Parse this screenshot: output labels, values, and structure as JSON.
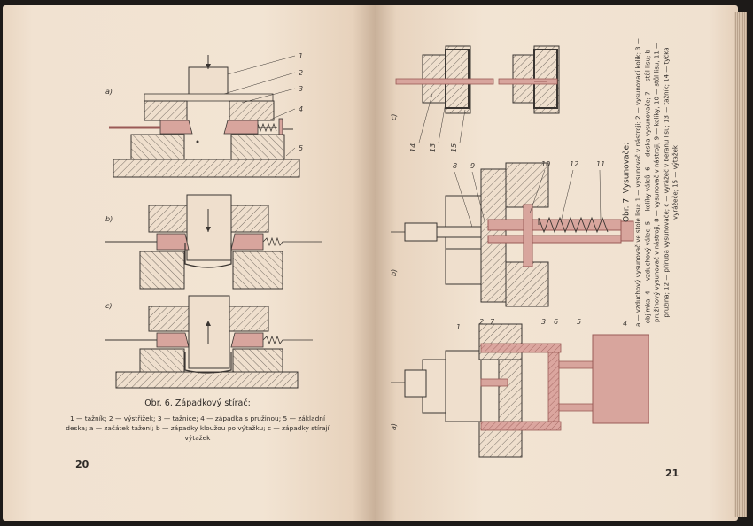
{
  "left_page": {
    "figure_labels": {
      "a": "a)",
      "b": "b)",
      "c": "c)"
    },
    "part_numbers": [
      "1",
      "2",
      "3",
      "4",
      "5"
    ],
    "caption_title": "Obr. 6. Západkový stírač:",
    "caption_text": "1 — tažník; 2 — výstřižek; 3 — tažnice; 4 — západka s pružinou; 5 — základní deska; a — začátek tažení; b — západky kloužou po výtažku; c — západky stírají výtažek",
    "page_number": "20"
  },
  "right_page": {
    "figure_labels": {
      "a": "a)",
      "b": "b)",
      "c": "c)"
    },
    "fig_a_numbers": [
      "1",
      "2",
      "7",
      "3",
      "6",
      "5",
      "4"
    ],
    "fig_b_numbers": [
      "8",
      "9",
      "10",
      "12",
      "11"
    ],
    "fig_c_numbers": [
      "14",
      "13",
      "15"
    ],
    "caption_title": "Obr. 7. Vysunovače:",
    "caption_text": "a — vzduchový vysunovač ve stole lisu; 1 — vysunovač v nástroji; 2 — vysunovací kolík; 3 — objímka; 4 — vzduchový válec; 5 — kolíky válců; 6 — deska vysunovače; 7 — stůl lisu; b — pružinový vysunovač v nástroji; 8 — vysunovač v nástroji; 9 — kolíky; 10 — stůl lisu; 11 — pružina; 12 — příruba vysunovače; c — vyrážeč v beranu lisu; 13 — tažník; 14 — tyčka vyrážeče; 15 — výtažek",
    "page_number": "21"
  },
  "colors": {
    "paper": "#f0e1cf",
    "ink": "#2e2a27",
    "highlight": "#c98a84"
  }
}
